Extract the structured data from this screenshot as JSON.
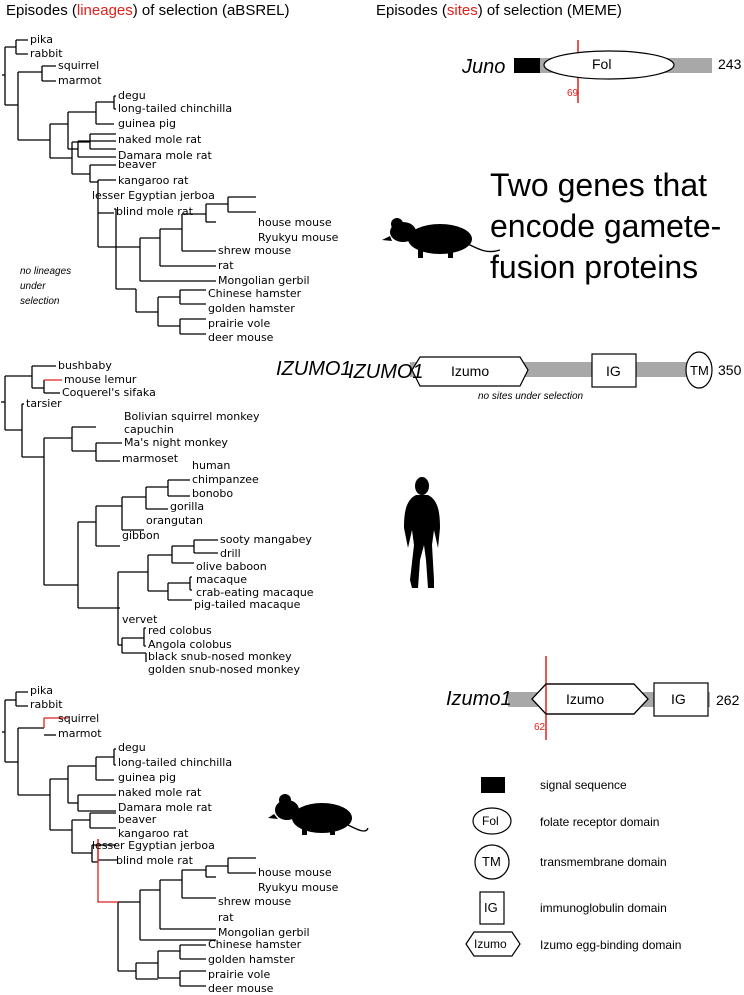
{
  "headers": {
    "left_pre": "Episodes (",
    "left_hl": "lineages",
    "left_post": ") of selection (aBSREL)",
    "right_pre": "Episodes (",
    "right_hl": "sites",
    "right_post": ") of selection (MEME)"
  },
  "colors": {
    "highlight": "#e0201b",
    "bar": "#a8a8a8",
    "ink": "#000000"
  },
  "trees": {
    "rodent_top": {
      "leaves": [
        "pika",
        "rabbit",
        "squirrel",
        "marmot",
        "degu",
        "long-tailed chinchilla",
        "guinea pig",
        "naked mole rat",
        "Damara mole rat",
        "beaver",
        "kangaroo rat",
        "lesser Egyptian jerboa",
        "blind mole rat",
        "house mouse",
        "Ryukyu mouse",
        "shrew mouse",
        "rat",
        "Mongolian gerbil",
        "Chinese hamster",
        "golden hamster",
        "prairie vole",
        "deer mouse"
      ],
      "note_lines": [
        "no lineages",
        "under",
        "selection"
      ]
    },
    "primate": {
      "leaves": [
        "bushbaby",
        "mouse lemur",
        "Coquerel's sifaka",
        "tarsier",
        "Bolivian squirrel monkey",
        "capuchin",
        "Ma's night monkey",
        "marmoset",
        "human",
        "chimpanzee",
        "bonobo",
        "gorilla",
        "orangutan",
        "gibbon",
        "sooty mangabey",
        "drill",
        "olive baboon",
        "macaque",
        "crab-eating macaque",
        "pig-tailed macaque",
        "vervet",
        "red colobus",
        "Angola colobus",
        "black snub-nosed monkey",
        "golden snub-nosed monkey"
      ]
    },
    "rodent_bottom": {
      "leaves": [
        "pika",
        "rabbit",
        "squirrel",
        "marmot",
        "degu",
        "long-tailed chinchilla",
        "guinea pig",
        "naked mole rat",
        "Damara mole rat",
        "beaver",
        "kangaroo rat",
        "lesser Egyptian jerboa",
        "blind mole rat",
        "house mouse",
        "Ryukyu mouse",
        "shrew mouse",
        "rat",
        "Mongolian gerbil",
        "Chinese hamster",
        "golden hamster",
        "prairie vole",
        "deer mouse"
      ]
    }
  },
  "genes": {
    "juno": {
      "name": "Juno",
      "length": "243",
      "site": "69",
      "domain": "Fol"
    },
    "izumo1_human": {
      "label": "IZUMO1",
      "name": "IZUMO1",
      "length": "350",
      "domains": [
        "Izumo",
        "IG",
        "TM"
      ],
      "note": "no sites under selection"
    },
    "izumo1_mouse": {
      "name": "Izumo1",
      "length": "262",
      "site": "62",
      "domains": [
        "Izumo",
        "IG"
      ]
    }
  },
  "title_lines": [
    "Two genes that",
    "encode gamete-",
    "fusion proteins"
  ],
  "legend": [
    {
      "symbol": "",
      "text": "signal sequence"
    },
    {
      "symbol": "Fol",
      "text": "folate receptor domain"
    },
    {
      "symbol": "TM",
      "text": "transmembrane domain"
    },
    {
      "symbol": "IG",
      "text": "immunoglobulin domain"
    },
    {
      "symbol": "Izumo",
      "text": "Izumo egg-binding domain"
    }
  ]
}
